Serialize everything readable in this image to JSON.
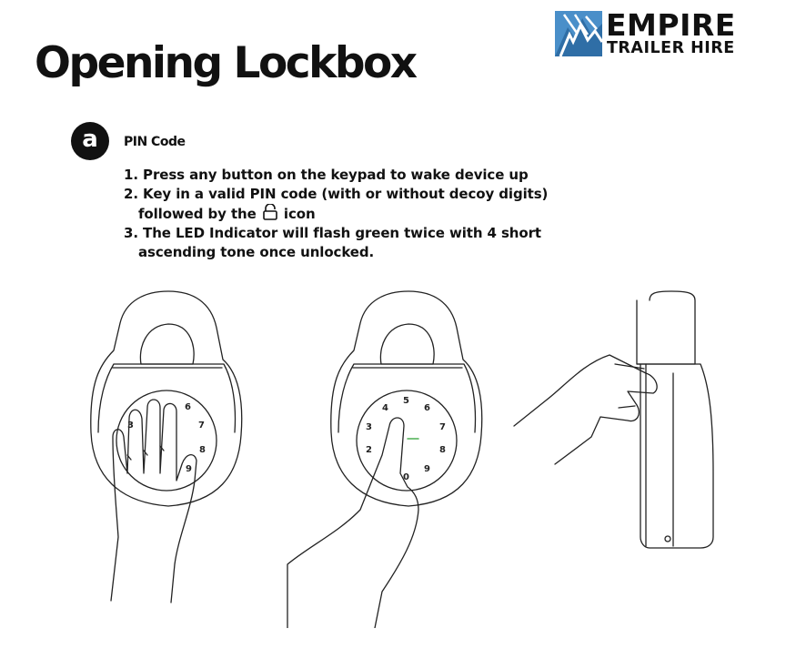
{
  "page_title": "Opening Lockbox",
  "logo": {
    "line1": "EMPIRE",
    "line2": "TRAILER HIRE",
    "brand_color": "#4a8fc9"
  },
  "section": {
    "badge": "a",
    "heading": "PIN Code",
    "steps": [
      "1. Press any button on the keypad to wake device up",
      "2. Key in a valid PIN code (with or without decoy digits)",
      "followed by the",
      "icon",
      "3. The LED Indicator will flash green twice with 4 short",
      "ascending tone once unlocked."
    ],
    "inline_icon": "unlock-icon"
  },
  "illustrations": {
    "figure1": {
      "keypad_digits": [
        "3",
        "6",
        "7",
        "8",
        "9"
      ]
    },
    "figure2": {
      "keypad_digits": [
        "4",
        "5",
        "6",
        "3",
        "7",
        "2",
        "8",
        "9",
        "0"
      ]
    },
    "figure3": {},
    "led_color": "#4caf50"
  }
}
